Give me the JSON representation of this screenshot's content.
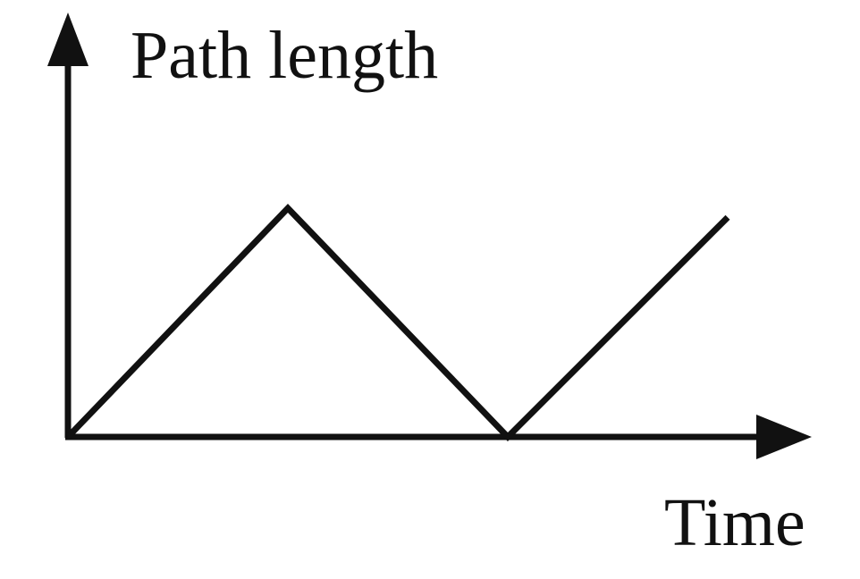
{
  "chart_data": {
    "type": "line",
    "title": "",
    "xlabel": "Time",
    "ylabel": "Path length",
    "grid": false,
    "legend": "none",
    "ticks": false,
    "xlim": [
      0,
      4
    ],
    "ylim": [
      0,
      1.25
    ],
    "series": [
      {
        "x": [
          0,
          1,
          2,
          3
        ],
        "y": [
          0,
          1,
          0,
          0.96
        ]
      }
    ]
  },
  "colors": {
    "line": "#111111",
    "axis": "#111111",
    "background": "#ffffff"
  }
}
